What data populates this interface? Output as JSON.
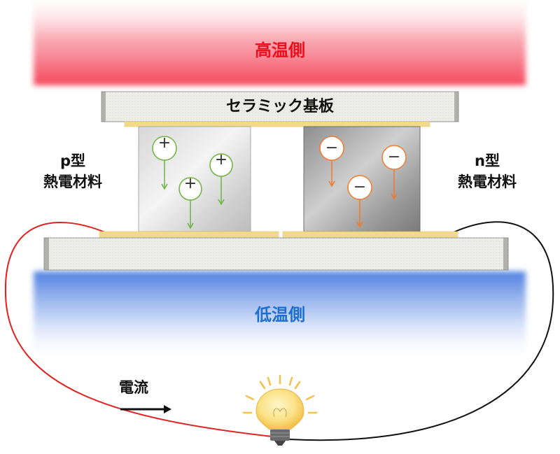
{
  "labels": {
    "hot_side": "高温側",
    "cold_side": "低温側",
    "substrate": "セラミック基板",
    "p_type": [
      "p型",
      "熱電材料"
    ],
    "n_type": [
      "n型",
      "熱電材料"
    ],
    "current": "電流"
  },
  "carriers": {
    "p_sign": "+",
    "n_sign": "−"
  },
  "colors": {
    "hot": "#f4465a",
    "cold": "#4e7fe0",
    "p_carrier": "#6db33f",
    "n_carrier": "#ef7b2e",
    "wire_left": "#e32020",
    "wire_right": "#111111",
    "electrode": "#f3d98a"
  },
  "icons": [
    "lightbulb-icon",
    "arrow-right-icon"
  ]
}
